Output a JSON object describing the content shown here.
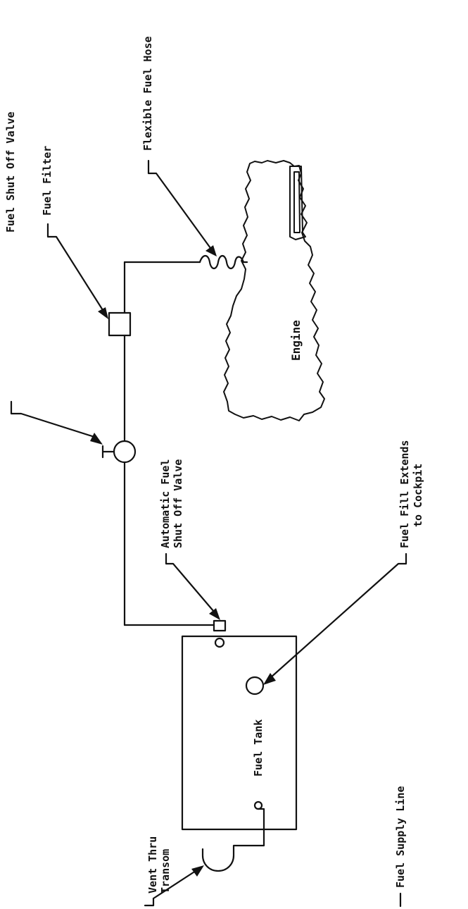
{
  "labels": {
    "fuel_shut_off_valve": "Fuel Shut Off Valve",
    "fuel_filter": "Fuel Filter",
    "flexible_fuel_hose": "Flexible Fuel Hose",
    "engine": "Engine",
    "automatic_valve_line1": "Automatic Fuel",
    "automatic_valve_line2": "Shut Off Valve",
    "fuel_fill_line1": "Fuel Fill Extends",
    "fuel_fill_line2": "to Cockpit",
    "fuel_tank": "Fuel Tank",
    "vent_line1": "Vent Thru",
    "vent_line2": "Transom",
    "legend_fuel_supply_line": "Fuel Supply Line"
  }
}
